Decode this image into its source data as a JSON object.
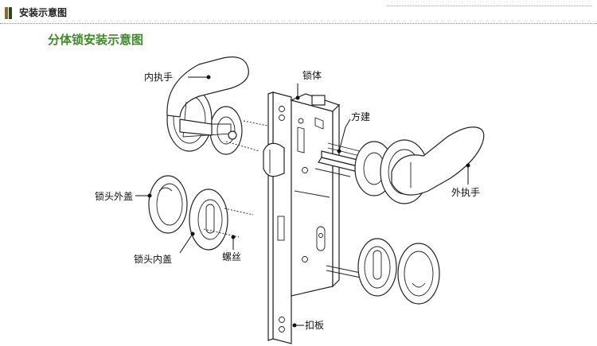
{
  "header": {
    "title": "安装示意图",
    "accent_colors": [
      "#8a6a2e",
      "#2f4a1a"
    ]
  },
  "subtitle": {
    "text": "分体锁安装示意图",
    "color": "#3f8a2a"
  },
  "labels": {
    "inner_handle": "内执手",
    "lock_body": "锁体",
    "spindle": "方建",
    "outer_handle": "外执手",
    "cylinder_outer_cover": "锁头外盖",
    "cylinder_inner_cover": "锁头内盖",
    "screw": "螺丝",
    "strike_plate": "扣板"
  }
}
